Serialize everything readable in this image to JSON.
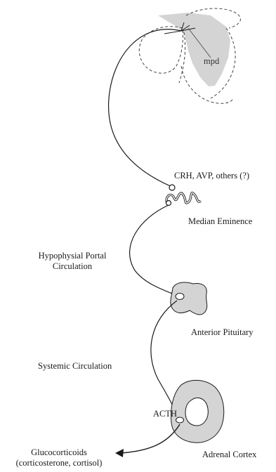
{
  "labels": {
    "mpd": "mpd",
    "releasing_factors": "CRH, AVP, others (?)",
    "median_eminence": "Median Eminence",
    "portal_line1": "Hypophysial Portal",
    "portal_line2": "Circulation",
    "anterior_pituitary": "Anterior Pituitary",
    "systemic_circulation": "Systemic Circulation",
    "acth": "ACTH",
    "glucocorticoids_line1": "Glucocorticoids",
    "glucocorticoids_line2": "(corticosterone, cortisol)",
    "adrenal_cortex": "Adrenal Cortex"
  },
  "colors": {
    "tissue_fill": "#d4d4d4",
    "stroke": "#1a1a1a",
    "dashed_outline": "#444444"
  }
}
